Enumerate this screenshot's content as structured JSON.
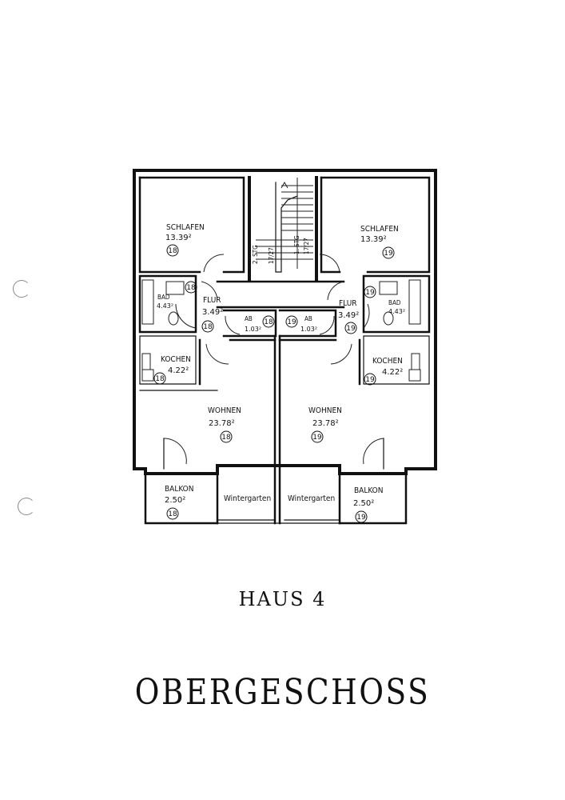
{
  "building": "HAUS 4",
  "floor": "OBERGESCHOSS",
  "stairs": [
    {
      "label": "2. STG",
      "count": "17/27"
    },
    {
      "label": "1. STG",
      "count": "17/27"
    }
  ],
  "rooms": [
    {
      "id": "schlafen-18",
      "name": "SCHLAFEN",
      "area": "13.39²",
      "unit": "18"
    },
    {
      "id": "bad-18",
      "name": "BAD",
      "area": "4.43²",
      "unit": "18"
    },
    {
      "id": "flur-18",
      "name": "FLUR",
      "area": "3.49²",
      "unit": "18"
    },
    {
      "id": "ab-18",
      "name": "AB",
      "area": "1.03²",
      "unit": "18"
    },
    {
      "id": "kochen-18",
      "name": "KOCHEN",
      "area": "4.22²",
      "unit": "18"
    },
    {
      "id": "wohnen-18",
      "name": "WOHNEN",
      "area": "23.78²",
      "unit": "18"
    },
    {
      "id": "balkon-18",
      "name": "BALKON",
      "area": "2.50²",
      "unit": "18"
    },
    {
      "id": "wintergarten-18",
      "name": "Wintergarten"
    },
    {
      "id": "schlafen-19",
      "name": "SCHLAFEN",
      "area": "13.39²",
      "unit": "19"
    },
    {
      "id": "bad-19",
      "name": "BAD",
      "area": "4.43²",
      "unit": "19"
    },
    {
      "id": "flur-19",
      "name": "FLUR",
      "area": "3.49²",
      "unit": "19"
    },
    {
      "id": "ab-19",
      "name": "AB",
      "area": "1.03²",
      "unit": "19"
    },
    {
      "id": "kochen-19",
      "name": "KOCHEN",
      "area": "4.22²",
      "unit": "19"
    },
    {
      "id": "wohnen-19",
      "name": "WOHNEN",
      "area": "23.78²",
      "unit": "19"
    },
    {
      "id": "balkon-19",
      "name": "BALKON",
      "area": "2.50²",
      "unit": "19"
    },
    {
      "id": "wintergarten-19",
      "name": "Wintergarten"
    }
  ]
}
